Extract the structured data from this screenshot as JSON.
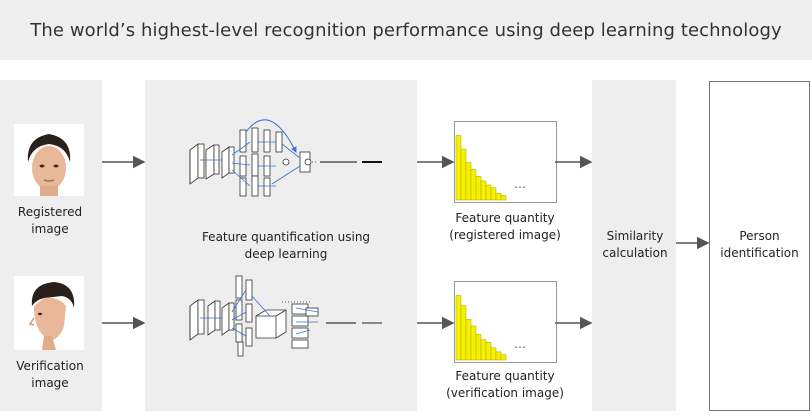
{
  "header": {
    "title": "The world’s highest-level recognition performance using deep learning technology"
  },
  "inputs": {
    "registered": {
      "label_line1": "Registered",
      "label_line2": "image"
    },
    "verification": {
      "label_line1": "Verification",
      "label_line2": "image"
    }
  },
  "network": {
    "label_line1": "Feature quantification using",
    "label_line2": "deep learning"
  },
  "features": {
    "registered": {
      "label_line1": "Feature quantity",
      "label_line2": "(registered image)",
      "ellipsis": "…",
      "bar_levels": [
        0.95,
        0.75,
        0.55,
        0.45,
        0.35,
        0.28,
        0.22,
        0.18,
        0.1,
        0.07
      ]
    },
    "verification": {
      "label_line1": "Feature quantity",
      "label_line2": "(verification image)",
      "ellipsis": "…",
      "bar_levels": [
        0.95,
        0.8,
        0.6,
        0.5,
        0.38,
        0.3,
        0.26,
        0.18,
        0.12,
        0.08
      ]
    }
  },
  "similarity": {
    "label_line1": "Similarity",
    "label_line2": "calculation"
  },
  "result": {
    "label_line1": "Person",
    "label_line2": "identification"
  },
  "colors": {
    "bar": "#f5f000",
    "bar_edge": "#b0a800",
    "arrow": "#555555",
    "panel": "#eeeeee",
    "net_blue": "#3a6fd8"
  }
}
